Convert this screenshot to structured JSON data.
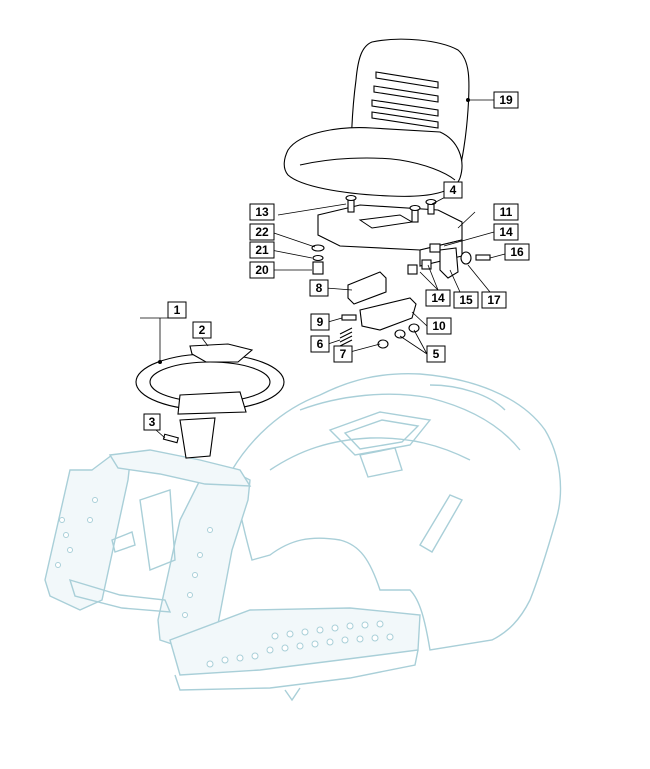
{
  "colors": {
    "chassis_outline": "#a9cfd8",
    "parts_outline": "#000000",
    "background": "#ffffff"
  },
  "callouts": [
    {
      "id": "c1",
      "label": "1"
    },
    {
      "id": "c2",
      "label": "2"
    },
    {
      "id": "c3",
      "label": "3"
    },
    {
      "id": "c4",
      "label": "4"
    },
    {
      "id": "c5",
      "label": "5"
    },
    {
      "id": "c6",
      "label": "6"
    },
    {
      "id": "c7",
      "label": "7"
    },
    {
      "id": "c8",
      "label": "8"
    },
    {
      "id": "c9",
      "label": "9"
    },
    {
      "id": "c10",
      "label": "10"
    },
    {
      "id": "c11",
      "label": "11"
    },
    {
      "id": "c13",
      "label": "13"
    },
    {
      "id": "c14a",
      "label": "14"
    },
    {
      "id": "c14b",
      "label": "14"
    },
    {
      "id": "c15",
      "label": "15"
    },
    {
      "id": "c16",
      "label": "16"
    },
    {
      "id": "c17",
      "label": "17"
    },
    {
      "id": "c19",
      "label": "19"
    },
    {
      "id": "c20",
      "label": "20"
    },
    {
      "id": "c21",
      "label": "21"
    },
    {
      "id": "c22",
      "label": "22"
    }
  ]
}
